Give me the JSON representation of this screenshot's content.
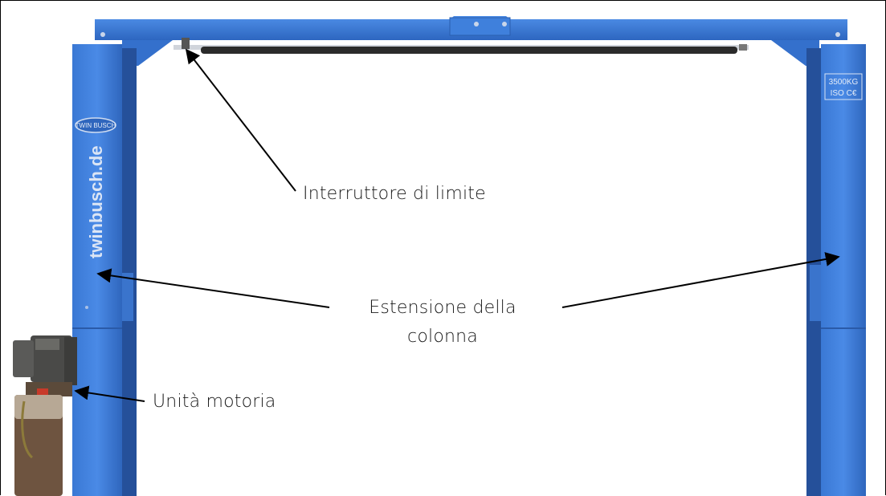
{
  "labels": {
    "limit_switch": "Interruttore di limite",
    "column_extension": "Estensione della colonna",
    "motor_unit": "Unità motoria"
  },
  "product": {
    "brand_text": "twinbusch.de",
    "logo_text": "TWIN BUSCH",
    "capacity_plate_line1": "3500KG",
    "capacity_plate_line2": "ISO C€"
  },
  "colors": {
    "lift_blue": "#3d7fdc",
    "lift_blue_dark": "#2a62b8",
    "arrow": "#000000"
  }
}
